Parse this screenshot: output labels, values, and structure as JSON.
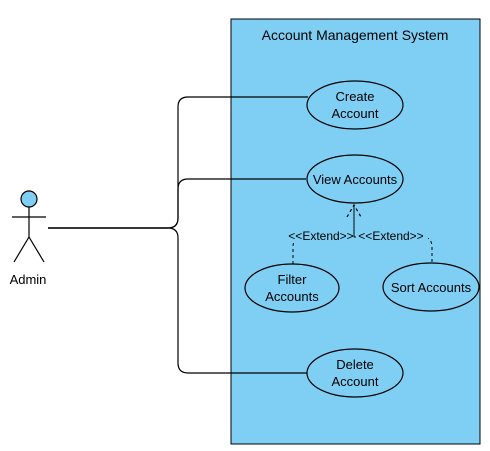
{
  "system": {
    "title": "Account Management System",
    "fill": "#7fcff4"
  },
  "actor": {
    "name": "Admin",
    "head_fill": "#7fcff4"
  },
  "use_cases": {
    "create": {
      "line1": "Create",
      "line2": "Account"
    },
    "view": {
      "label": "View Accounts"
    },
    "filter": {
      "line1": "Filter",
      "line2": "Accounts"
    },
    "sort": {
      "label": "Sort Accounts"
    },
    "delete": {
      "line1": "Delete",
      "line2": "Account"
    }
  },
  "relations": {
    "extend_left": "<<Extend>>",
    "extend_right": "<<Extend>>"
  }
}
